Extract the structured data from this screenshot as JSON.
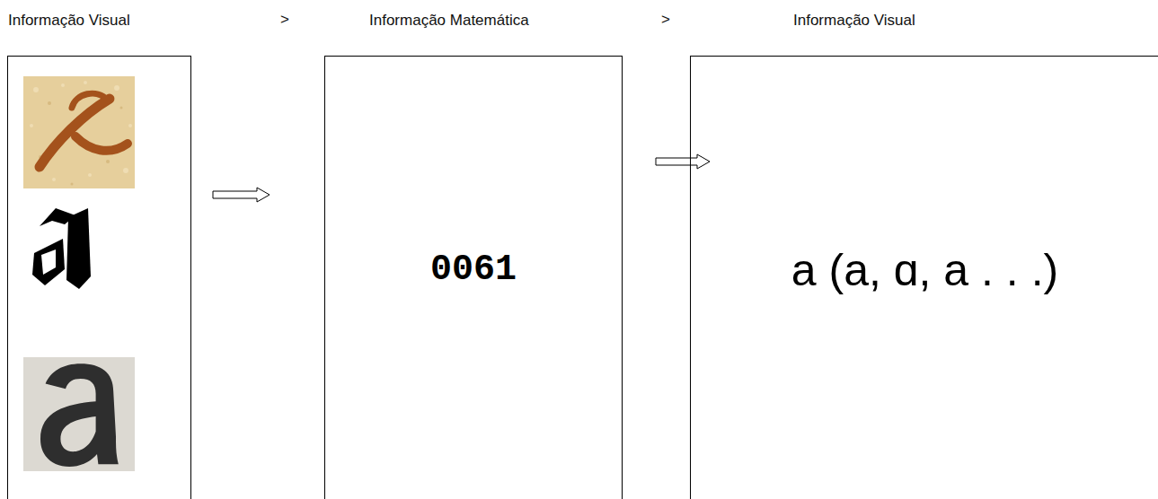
{
  "diagram": {
    "nodes": [
      {
        "text": [
          "Informação Visual"
        ]
      },
      {
        "text": [
          "Informação Matemática",
          "0061"
        ]
      },
      {
        "text": [
          "Informação Visual",
          "a (a, ɑ, a . . .)"
        ]
      }
    ],
    "edges": [
      {
        "from": 0,
        "to": 1,
        "arrow": "to"
      },
      {
        "from": 1,
        "to": 2,
        "arrow": "to"
      }
    ],
    "labels": [
      ">",
      ">"
    ]
  }
}
